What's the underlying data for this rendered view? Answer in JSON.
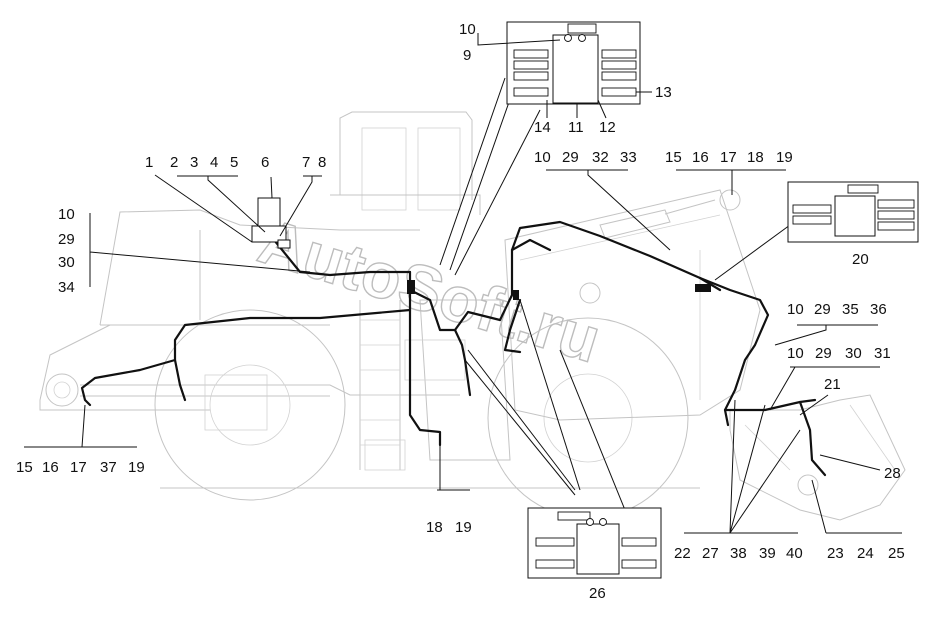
{
  "watermark": "AutoSoft.ru",
  "callouts": {
    "top_detail_upper": "10",
    "top_detail_lower": "9",
    "top_detail_right": "13",
    "top_detail_bottom": [
      "14",
      "11",
      "12"
    ],
    "c1": "1",
    "c2_5": [
      "2",
      "3",
      "4",
      "5"
    ],
    "c6": "6",
    "c7_8": [
      "7",
      "8"
    ],
    "left_stack": [
      "10",
      "29",
      "30",
      "34"
    ],
    "mid_group": [
      "10",
      "29",
      "32",
      "33"
    ],
    "right_top_group": [
      "15",
      "16",
      "17",
      "18",
      "19"
    ],
    "detail_20": "20",
    "group_10_29_35_36": [
      "10",
      "29",
      "35",
      "36"
    ],
    "group_10_29_30_31": [
      "10",
      "29",
      "30",
      "31"
    ],
    "c21": "21",
    "c28": "28",
    "bottom_left_group": [
      "15",
      "16",
      "17",
      "37",
      "19"
    ],
    "bottom_mid_group": [
      "18",
      "19"
    ],
    "detail_26": "26",
    "bottom_right_group_a": [
      "22",
      "27",
      "38",
      "39",
      "40"
    ],
    "bottom_right_group_b": [
      "23",
      "24",
      "25"
    ]
  }
}
